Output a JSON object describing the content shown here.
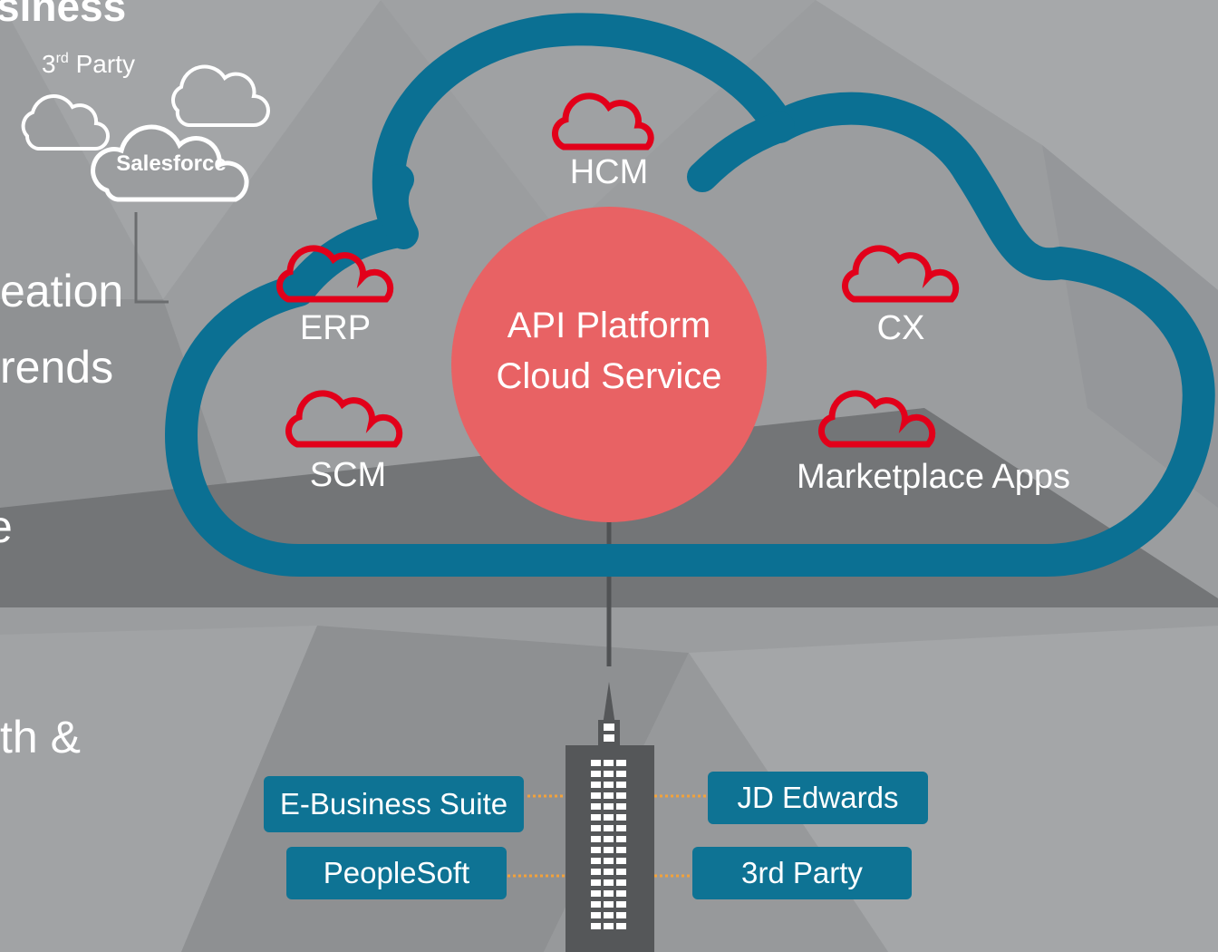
{
  "slide": {
    "heading_fragment": "siness",
    "bullet_fragments": [
      "eation",
      "rends",
      "e",
      "th &"
    ]
  },
  "third_party_cluster": {
    "label_main": "3",
    "label_sup": "rd",
    "label_rest": " Party",
    "salesforce": "Salesforce"
  },
  "cloud": {
    "center_line1": "API Platform",
    "center_line2": "Cloud Service",
    "apps": [
      {
        "label": "HCM"
      },
      {
        "label": "ERP"
      },
      {
        "label": "CX"
      },
      {
        "label": "SCM"
      },
      {
        "label": "Marketplace Apps"
      }
    ]
  },
  "on_premise": {
    "left": [
      "E-Business Suite",
      "PeopleSoft"
    ],
    "right": [
      "JD Edwards",
      "3rd Party"
    ]
  },
  "colors": {
    "cloud_outline": "#0b7093",
    "center_circle": "#e86264",
    "app_icon": "#e2001a",
    "box_fill": "#0e7394",
    "connector_dots": "#f3a23a",
    "building": "#555759",
    "background": "#9b9d9f"
  }
}
